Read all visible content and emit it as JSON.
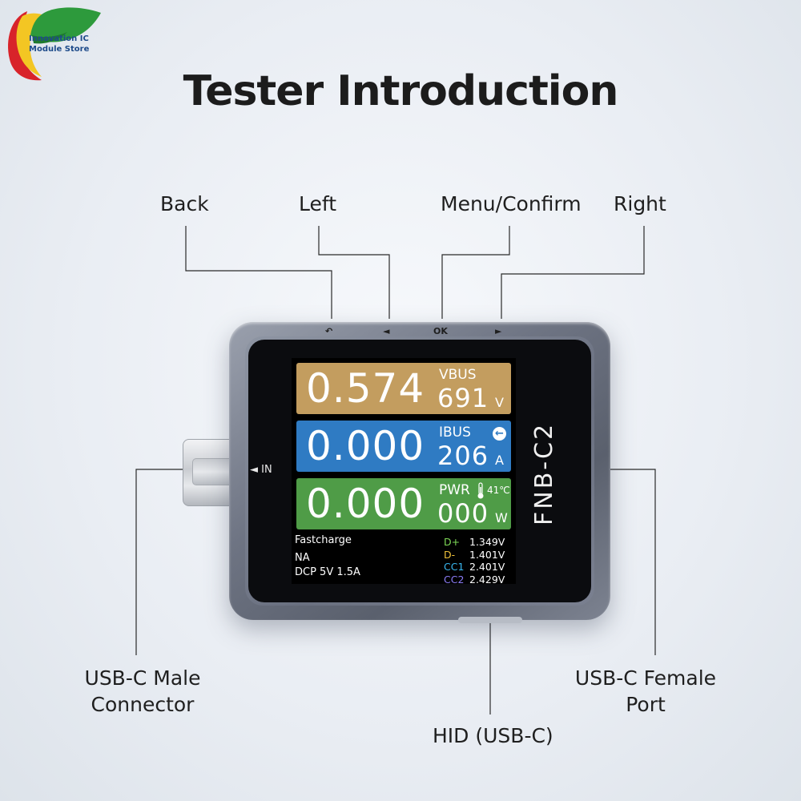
{
  "logo": {
    "line1": "Innovation IC",
    "line2": "Module Store"
  },
  "title": "Tester Introduction",
  "labels": {
    "back": "Back",
    "left": "Left",
    "menu": "Menu/Confirm",
    "right": "Right",
    "male_line1": "USB-C Male",
    "male_line2": "Connector",
    "hid": "HID (USB-C)",
    "female_line1": "USB-C Female",
    "female_line2": "Port"
  },
  "device": {
    "model": "FNB-C2",
    "in_label": "◄ IN",
    "buttons": {
      "back": "↶",
      "left": "◄",
      "ok": "OK",
      "right": "►"
    }
  },
  "screen": {
    "vbus": {
      "value": "0.574",
      "tag": "VBUS",
      "sub": "691",
      "unit": "V"
    },
    "ibus": {
      "value": "0.000",
      "tag": "IBUS",
      "sub": "206",
      "unit": "A",
      "arrow": "←"
    },
    "pwr": {
      "value": "0.000",
      "tag": "PWR",
      "temp": "41℃",
      "sub": "000",
      "unit": "W"
    },
    "fastcharge_label": "Fastcharge",
    "protocol": "NA",
    "mode": "DCP 5V  1.5A",
    "lines": [
      {
        "label": "D+",
        "value": "1.349V",
        "color": "#7ed957"
      },
      {
        "label": "D-",
        "value": "1.401V",
        "color": "#f0c23a"
      },
      {
        "label": "CC1",
        "value": "2.401V",
        "color": "#39b7f0"
      },
      {
        "label": "CC2",
        "value": "2.429V",
        "color": "#8b7cf6"
      }
    ]
  },
  "colors": {
    "vbus_panel": "#c39d5f",
    "ibus_panel": "#2f7bc3",
    "pwr_panel": "#4f9c47"
  }
}
